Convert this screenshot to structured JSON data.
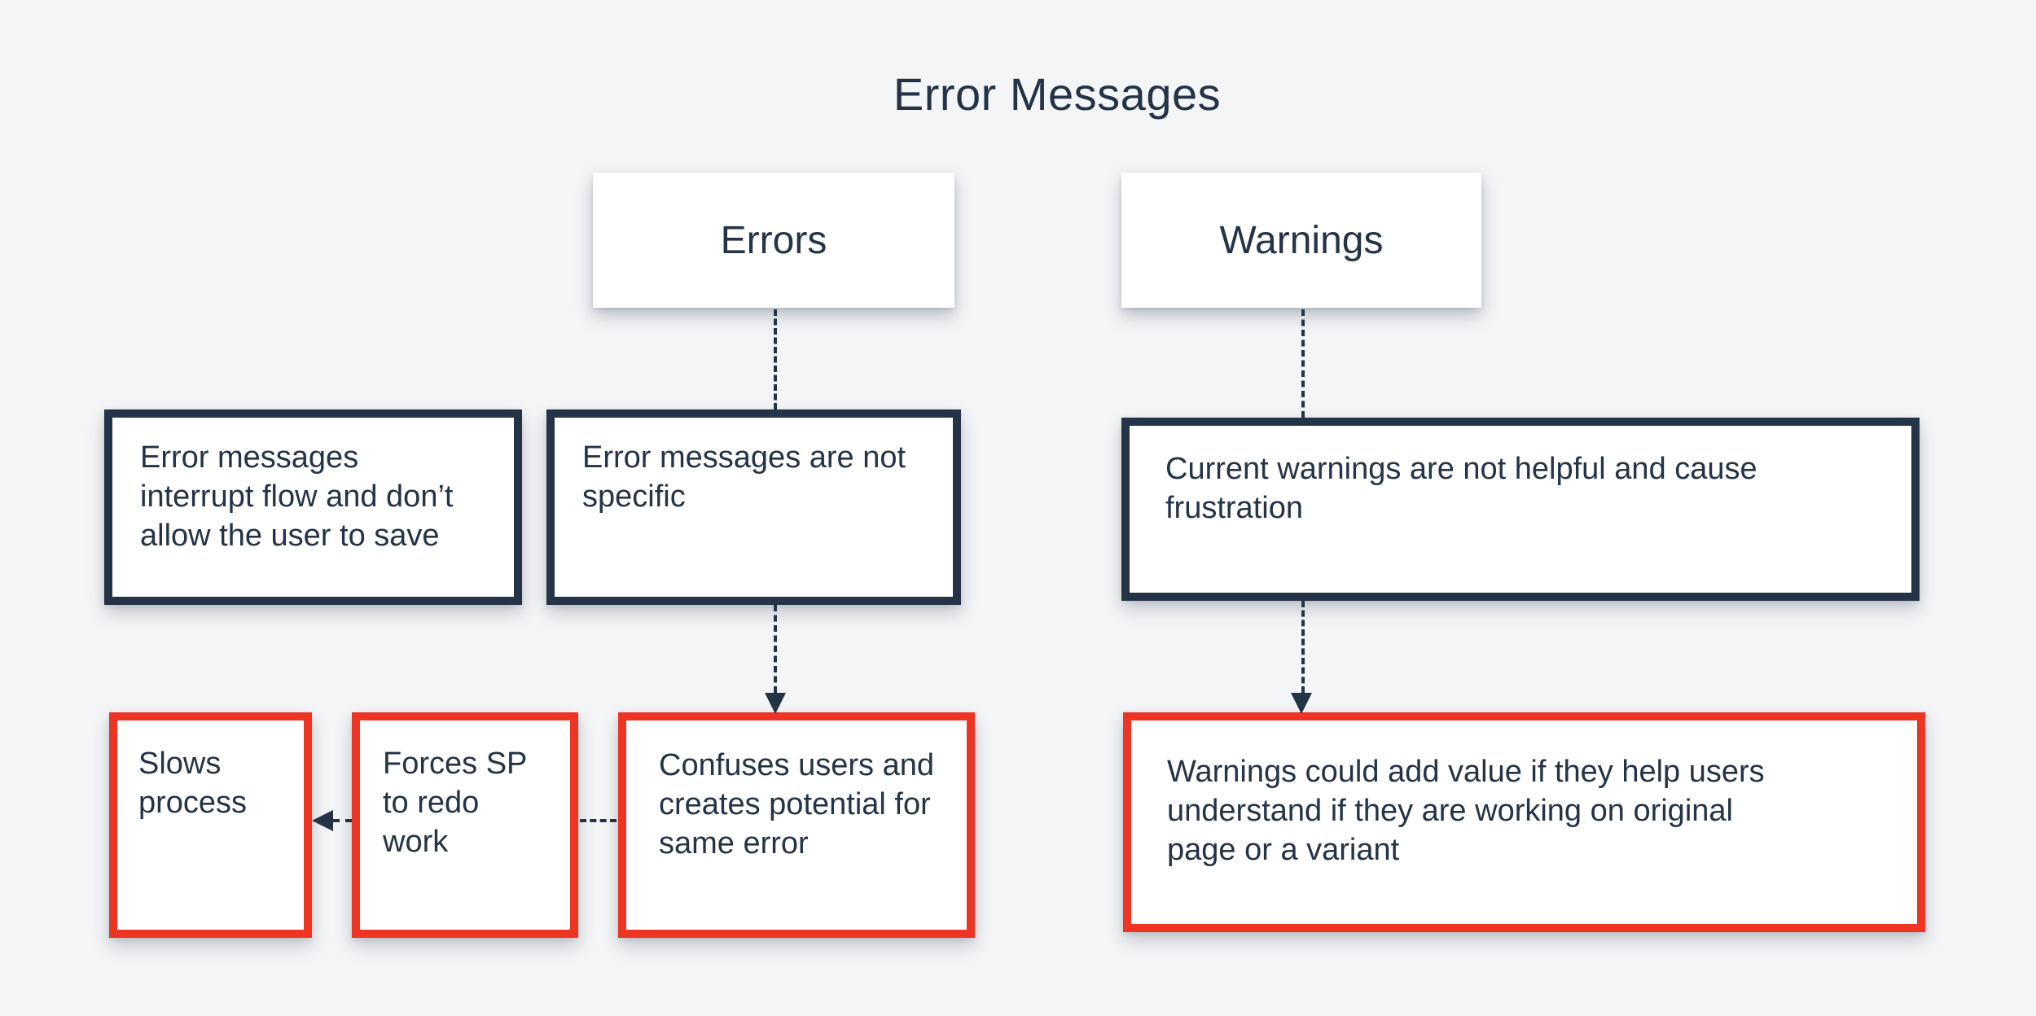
{
  "title": "Error Messages",
  "colors": {
    "background": "#f4f5f7",
    "ink": "#243346",
    "alert_red": "#ee3524",
    "card": "#ffffff"
  },
  "flow": {
    "errors": {
      "header": "Errors",
      "interrupt": "Error messages interrupt flow and don’t allow the user to save",
      "not_specific": "Error messages are not specific",
      "confuses": "Confuses users and creates potential for same error",
      "forces": "Forces SP to redo work",
      "slows": "Slows process"
    },
    "warnings": {
      "header": "Warnings",
      "frustration": "Current warnings are not helpful and cause frustration",
      "value": "Warnings could add value if they help users understand if they are working on original page or a variant"
    }
  }
}
